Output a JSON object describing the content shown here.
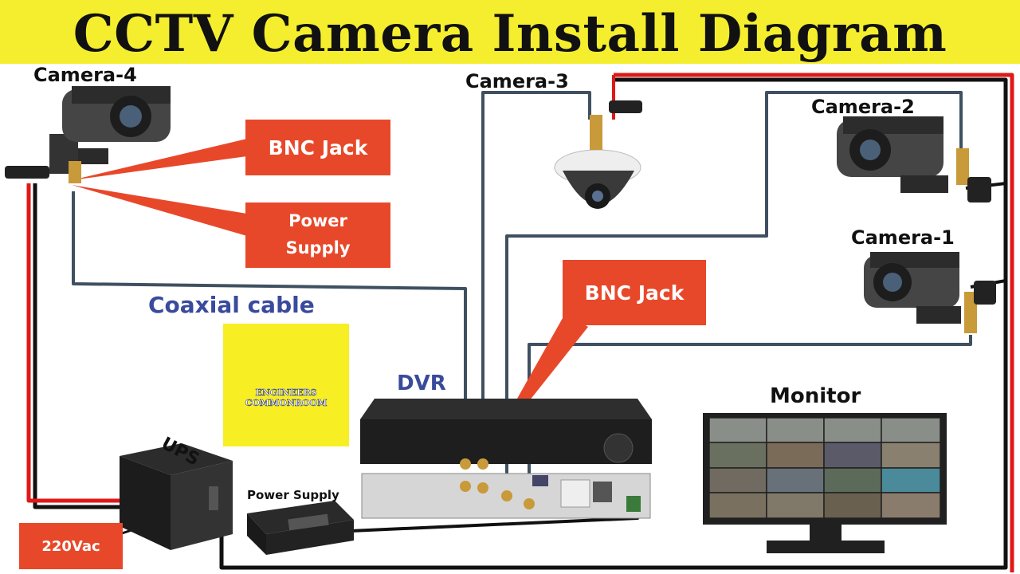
{
  "title": "CCTV Camera Install Diagram",
  "cameras": {
    "camera4": "Camera-4",
    "camera3": "Camera-3",
    "camera2": "Camera-2",
    "camera1": "Camera-1"
  },
  "callouts": {
    "bnc_top": "BNC Jack",
    "power": "Power Supply",
    "bnc_dvr": "BNC Jack"
  },
  "labels": {
    "coaxial": "Coaxial cable",
    "dvr": "DVR",
    "monitor": "Monitor",
    "ups": "UPS",
    "power_supply": "Power Supply",
    "ac": "220Vac"
  },
  "logo": {
    "line1": "ENGINEERS",
    "line2": "COMMONROOM"
  },
  "colors": {
    "title_bg": "#f5ee2e",
    "callout": "#e8482a",
    "coax_label": "#3a4a9c",
    "coax_wire": "#3f5060",
    "power_wire": "#e01818"
  }
}
